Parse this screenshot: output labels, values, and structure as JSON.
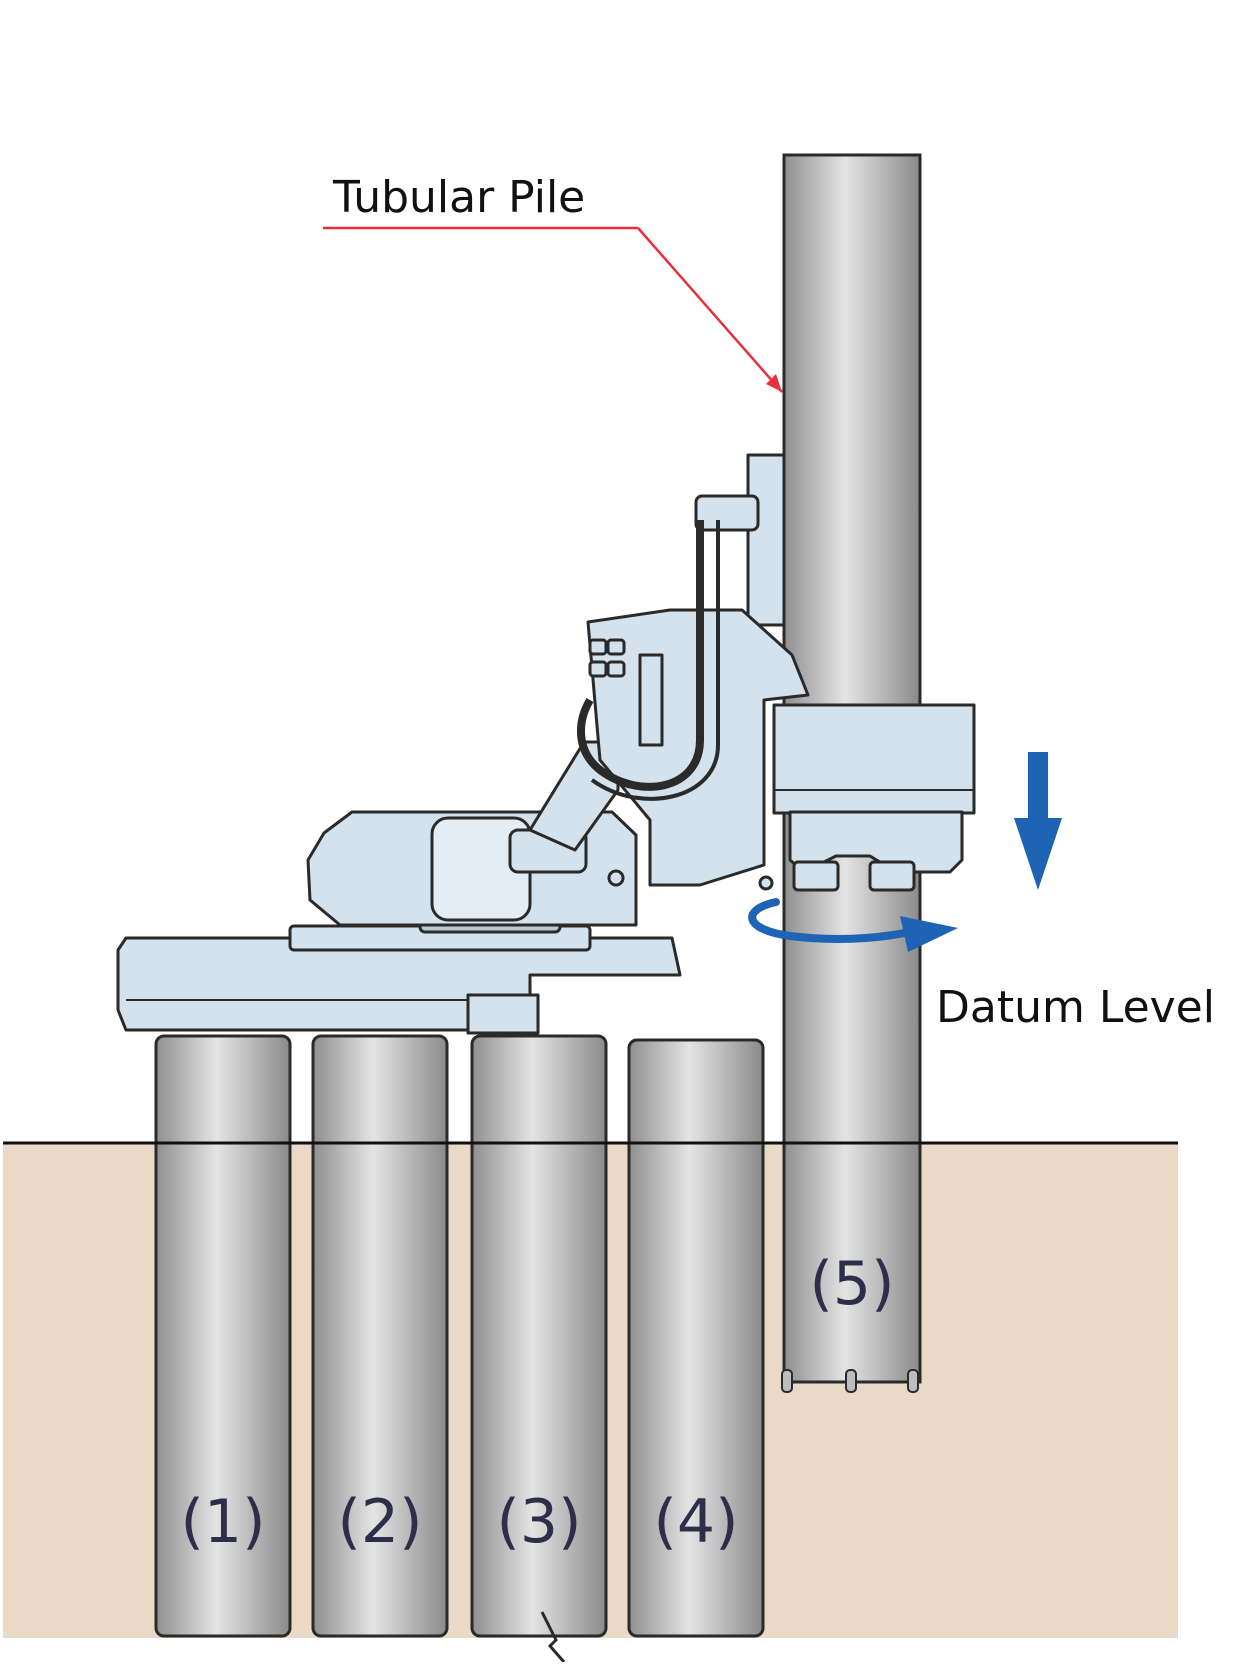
{
  "labels": {
    "tubular_pile": "Tubular Pile",
    "datum_level": "Datum Level"
  },
  "piles": [
    {
      "id": "pile-1",
      "label": "(1)"
    },
    {
      "id": "pile-2",
      "label": "(2)"
    },
    {
      "id": "pile-3",
      "label": "(3)"
    },
    {
      "id": "pile-4",
      "label": "(4)"
    },
    {
      "id": "pile-5",
      "label": "(5)"
    }
  ],
  "colors": {
    "ground": "#e9d9c6",
    "pile_dark": "#8f8f8f",
    "pile_light": "#e4e4e4",
    "machine": "#d3e2ec",
    "outline": "#2a2a2a",
    "leader_line": "#e8303a",
    "arrow": "#1f63b5"
  },
  "icons": {
    "press_down": "down-arrow-icon",
    "rotation": "rotation-arrow-icon"
  }
}
